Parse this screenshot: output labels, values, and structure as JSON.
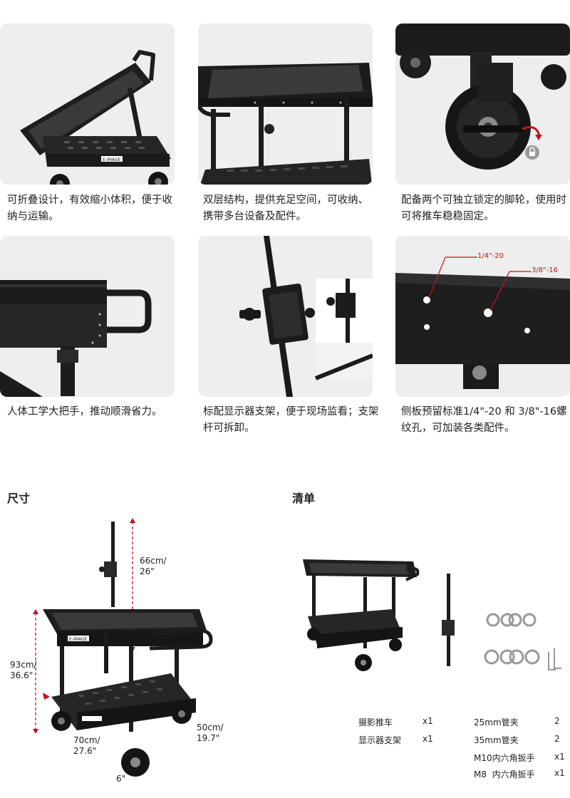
{
  "brand": "E-IMAGE",
  "features": [
    {
      "caption": "可折叠设计，有效缩小体积，便于收纳与运输。"
    },
    {
      "caption": "双层结构，提供充足空间，可收纳、携带多台设备及配件。"
    },
    {
      "caption": "配备两个可独立锁定的脚轮，使用时可将推车稳稳固定。"
    },
    {
      "caption": "人体工学大把手，推动顺滑省力。"
    },
    {
      "caption": "标配显示器支架，便于现场监看；支架杆可拆卸。"
    },
    {
      "caption": "侧板预留标准1/4\"-20 和 3/8\"-16螺纹孔，可加装各类配件。"
    }
  ],
  "thread_labels": {
    "a": "1/4\"-20",
    "b": "3/8\"-16"
  },
  "sections": {
    "dimensions": "尺寸",
    "packing": "清单"
  },
  "dimensions": {
    "pole_height": "66cm/\n26\"",
    "total_height": "93cm/\n36.6\"",
    "length": "70cm/\n27.6\"",
    "width": "50cm/\n19.7\"",
    "wheel": "6\""
  },
  "packing_list": [
    {
      "name": "摄影推车",
      "qty": "x1"
    },
    {
      "name": "显示器支架",
      "qty": "x1"
    },
    {
      "name": "25mm管夹",
      "qty": "2"
    },
    {
      "name": "35mm管夹",
      "qty": "2"
    },
    {
      "name": "M10内六角扳手",
      "qty": "x1"
    },
    {
      "name": "M8  内六角扳手",
      "qty": "x1"
    }
  ],
  "colors": {
    "card_bg": "#eeeeee",
    "cart": "#1c1c1c",
    "dim_red": "#c0141c",
    "text": "#222222"
  }
}
